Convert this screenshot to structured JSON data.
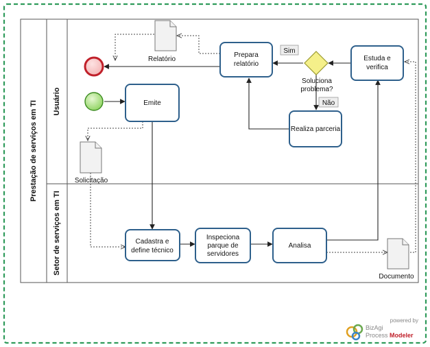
{
  "pool": {
    "label": "Prestação de serviços em TI"
  },
  "lanes": [
    {
      "id": "usuario",
      "label": "Usuário"
    },
    {
      "id": "setor",
      "label": "Setor de serviços em TI"
    }
  ],
  "tasks": {
    "prepara": "Prepara relatório",
    "estuda": "Estuda e verifica",
    "emite": "Emite",
    "realiza": "Realiza parceria",
    "cadastra": "Cadastra e define técnico",
    "inspeciona": "Inspeciona parque de servidores",
    "analisa": "Analisa"
  },
  "gateway": {
    "label": "Soluciona problema?"
  },
  "flow_labels": {
    "sim": "Sim",
    "nao": "Não"
  },
  "documents": {
    "relatorio": "Relatório",
    "solicitacao": "Solicitação",
    "documento": "Documento"
  },
  "branding": {
    "powered_by": "powered by",
    "brand": "BizAgi",
    "product": "Process Modeler"
  },
  "colors": {
    "frame_border": "#2e9a5a",
    "task_border": "#2d5f8b",
    "start_event": "#8dd35f",
    "end_event": "#c0202a",
    "gateway_fill": "#f5f08a"
  }
}
